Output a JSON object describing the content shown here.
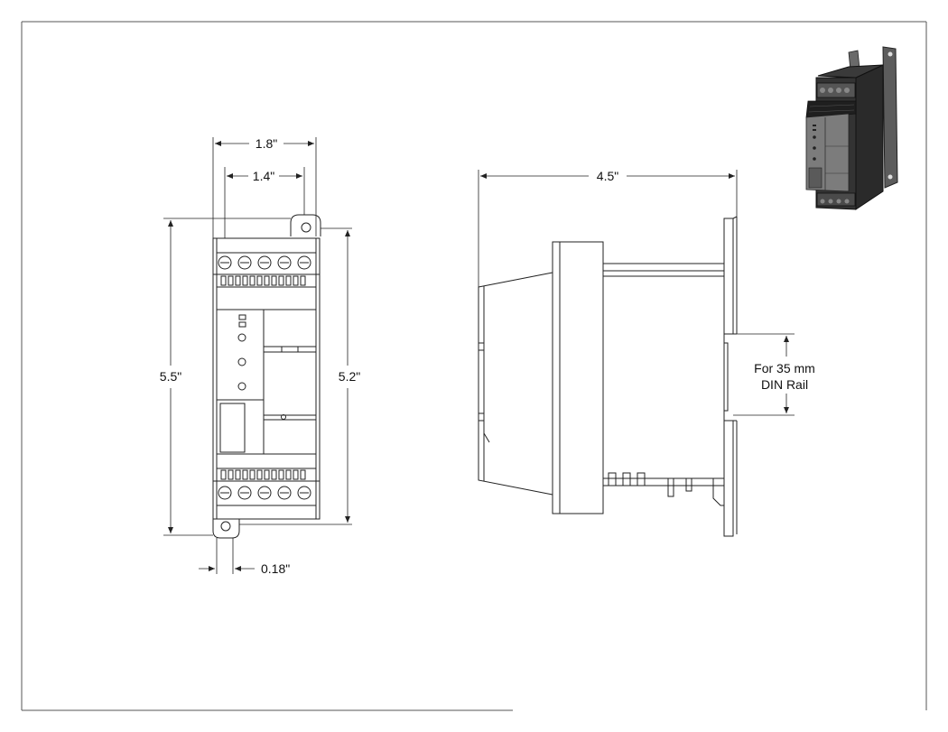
{
  "dimensions": {
    "front_width_overall": "1.8\"",
    "front_width_inner": "1.4\"",
    "front_height_overall": "5.5\"",
    "front_height_inner": "5.2\"",
    "mount_hole": "0.18\"",
    "side_depth": "4.5\""
  },
  "annotation": {
    "line1": "For 35 mm",
    "line2": "DIN Rail"
  },
  "colors": {
    "line": "#222222",
    "frame": "#555555",
    "iso_dark": "#2b2b2b",
    "iso_light": "#7a7a7a"
  }
}
